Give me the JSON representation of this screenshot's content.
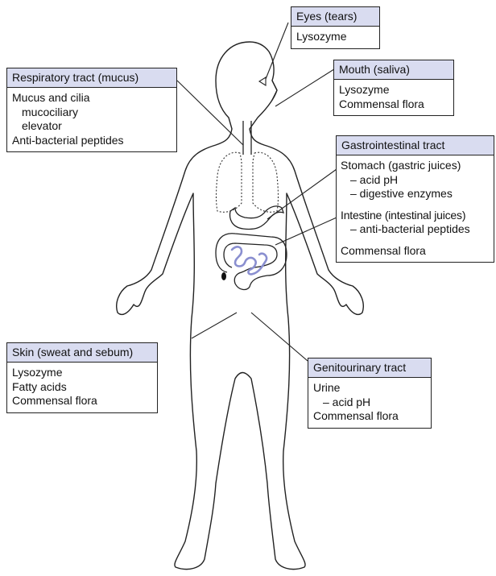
{
  "colors": {
    "header_fill": "#d9dcf0",
    "outline": "#222222",
    "intestine": "#8a8fd0",
    "organ_dotted": "#333333"
  },
  "callouts": {
    "eyes": {
      "title": "Eyes (tears)",
      "lines": [
        {
          "text": "Lysozyme",
          "indent": 0
        }
      ]
    },
    "mouth": {
      "title": "Mouth (saliva)",
      "lines": [
        {
          "text": "Lysozyme",
          "indent": 0
        },
        {
          "text": "Commensal flora",
          "indent": 0
        }
      ]
    },
    "respiratory": {
      "title": "Respiratory tract (mucus)",
      "lines": [
        {
          "text": "Mucus and cilia",
          "indent": 0
        },
        {
          "text": "mucociliary",
          "indent": 1
        },
        {
          "text": "elevator",
          "indent": 1
        },
        {
          "text": "Anti-bacterial peptides",
          "indent": 0
        }
      ]
    },
    "gastrointestinal": {
      "title": "Gastrointestinal tract",
      "lines": [
        {
          "text": "Stomach (gastric juices)",
          "indent": 0
        },
        {
          "text": "– acid pH",
          "indent": 1
        },
        {
          "text": "– digestive enzymes",
          "indent": 1
        },
        {
          "text": "Intestine (intestinal juices)",
          "indent": 0,
          "gap": true
        },
        {
          "text": "– anti-bacterial peptides",
          "indent": 1
        },
        {
          "text": "Commensal flora",
          "indent": 0,
          "gap": true
        }
      ]
    },
    "skin": {
      "title": "Skin (sweat and sebum)",
      "lines": [
        {
          "text": "Lysozyme",
          "indent": 0
        },
        {
          "text": "Fatty acids",
          "indent": 0
        },
        {
          "text": "Commensal flora",
          "indent": 0
        }
      ]
    },
    "genitourinary": {
      "title": "Genitourinary tract",
      "lines": [
        {
          "text": "Urine",
          "indent": 0
        },
        {
          "text": "– acid pH",
          "indent": 1
        },
        {
          "text": "Commensal flora",
          "indent": 0
        }
      ]
    }
  }
}
